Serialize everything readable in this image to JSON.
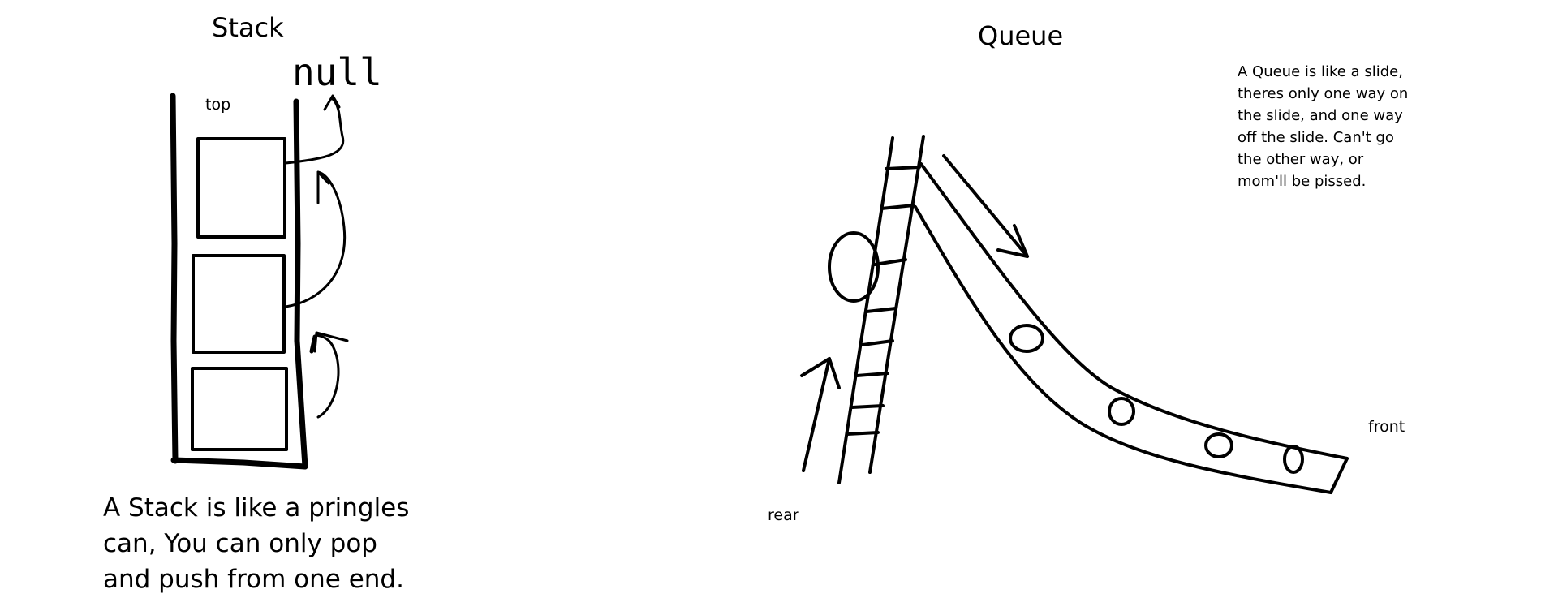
{
  "stack": {
    "title": "Stack",
    "top_label": "top",
    "null_label": "null",
    "description_lines": [
      "A Stack is like a pringles",
      "can, You can only pop",
      "and push from one end."
    ]
  },
  "queue": {
    "title": "Queue",
    "rear_label": "rear",
    "front_label": "front",
    "description_lines": [
      "A Queue is like a slide,",
      "theres only one way on",
      "the slide, and one way",
      "off the slide. Can't go",
      "the other way, or",
      "mom'll be pissed."
    ]
  },
  "colors": {
    "ink": "#000000",
    "background": "#ffffff"
  }
}
